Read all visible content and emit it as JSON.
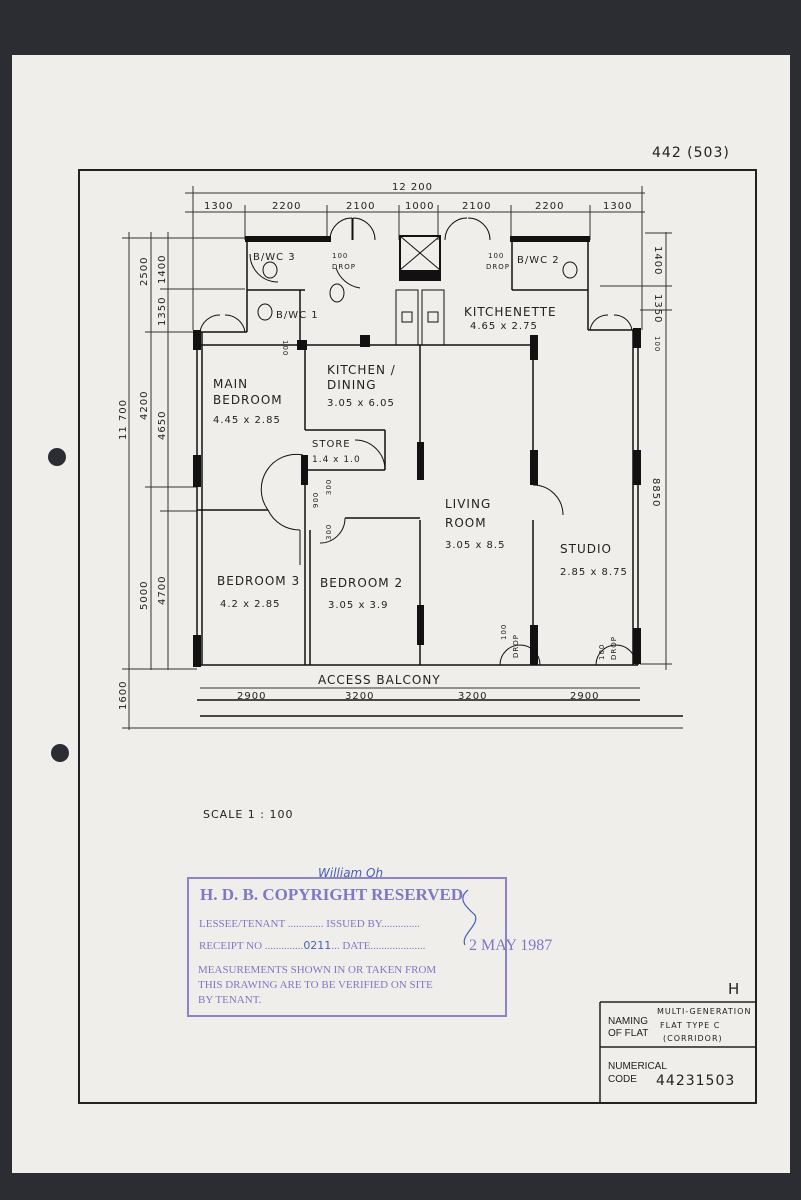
{
  "document": {
    "reference": "442 (503)",
    "scale": "SCALE  1 : 100",
    "flat_letter": "H"
  },
  "dimensions": {
    "total_width": "12 200",
    "top": [
      "1300",
      "2200",
      "2100",
      "1000",
      "2100",
      "2200",
      "1300"
    ],
    "bottom": [
      "2900",
      "3200",
      "3200",
      "2900"
    ],
    "left_outer": "11 700",
    "left_mid": [
      "2500",
      "4200",
      "5000"
    ],
    "left_inner": [
      "1400",
      "1350",
      "4650",
      "4700"
    ],
    "left_balcony": "1600",
    "right": [
      "1400",
      "1350",
      "100",
      "8850"
    ],
    "internal": [
      "900",
      "300",
      "300"
    ]
  },
  "rooms": [
    {
      "name": "B/WC 3",
      "size": ""
    },
    {
      "name": "B/WC 1",
      "size": ""
    },
    {
      "name": "B/WC 2",
      "size": ""
    },
    {
      "name": "KITCHENETTE",
      "size": "4.65 x 2.75"
    },
    {
      "name": "KITCHEN /",
      "name2": "DINING",
      "size": "3.05 x 6.05"
    },
    {
      "name": "MAIN",
      "name2": "BEDROOM",
      "size": "4.45 x 2.85"
    },
    {
      "name": "STORE",
      "size": "1.4 x 1.0"
    },
    {
      "name": "LIVING",
      "name2": "ROOM",
      "size": "3.05 x 8.5"
    },
    {
      "name": "STUDIO",
      "size": "2.85 x 8.75"
    },
    {
      "name": "BEDROOM 3",
      "size": "4.2 x 2.85"
    },
    {
      "name": "BEDROOM 2",
      "size": "3.05 x 3.9"
    }
  ],
  "drop_label": {
    "value": "100",
    "text": "DROP"
  },
  "access_balcony": "ACCESS  BALCONY",
  "stamp": {
    "handwritten_name": "William Oh",
    "title": "H. D. B. COPYRIGHT RESERVED",
    "line1": "LESSEE/TENANT ............. ISSUED BY..............",
    "line2_a": "RECEIPT NO ..............",
    "receipt_no": "0211",
    "line2_b": "... DATE....................",
    "date": "2 MAY 1987",
    "notice": [
      "MEASUREMENTS SHOWN IN OR TAKEN FROM",
      "THIS DRAWING ARE TO BE VERIFIED ON SITE",
      "BY TENANT."
    ],
    "color": "#7f78c4"
  },
  "title_block": {
    "naming_label": [
      "NAMING",
      "OF FLAT"
    ],
    "naming_value": [
      "MULTI-GENERATION",
      "FLAT   TYPE C",
      "(CORRIDOR)"
    ],
    "code_label": [
      "NUMERICAL",
      "CODE"
    ],
    "code_value": "44231503"
  }
}
